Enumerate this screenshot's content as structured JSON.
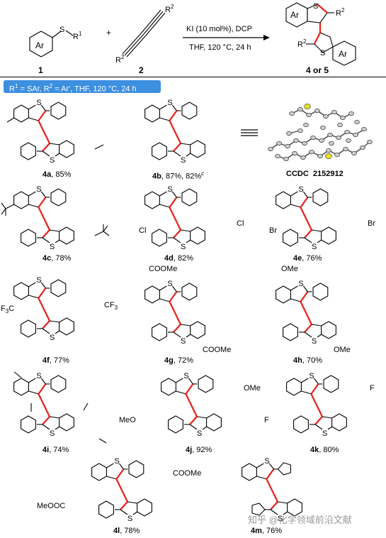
{
  "scheme": {
    "reactant1_number": "1",
    "reactant1_ring": "Ar",
    "reactant1_sub": "S",
    "reactant1_r": "R",
    "reactant1_r_sup": "1",
    "plus": "+",
    "reactant2_number": "2",
    "reactant2_r": "R",
    "reactant2_r_sup": "2",
    "conditions_top": "KI (10 mol%), DCP",
    "conditions_bottom": "THF, 120 °C, 24 h",
    "product_ring": "Ar",
    "product_s": "S",
    "product_r": "R",
    "product_r_sup": "2",
    "product_label": "4 or 5"
  },
  "condition_banner": {
    "text_pre": "R",
    "sup1": "1",
    "mid1": " = SAr, R",
    "sup2": "2",
    "mid2": " = Ar', THF, 120 °C, 24 h"
  },
  "ccdc": {
    "label": "CCDC",
    "number": "2152912"
  },
  "compounds": [
    {
      "id": "4a",
      "yield": ", 85%",
      "subs": "Me"
    },
    {
      "id": "4b",
      "yield": ", 87%, 82%",
      "sup": "c"
    },
    {
      "id": "4c",
      "yield": ", 78%",
      "subs": "tBu"
    },
    {
      "id": "4d",
      "yield": ", 82%",
      "subs": "Cl"
    },
    {
      "id": "4e",
      "yield": ", 76%",
      "subs": "Br"
    },
    {
      "id": "4f",
      "yield": ", 77%",
      "subs": "CF3"
    },
    {
      "id": "4g",
      "yield": ", 72%",
      "subs": "COOMe"
    },
    {
      "id": "4h",
      "yield": ", 70%",
      "subs": "OMe"
    },
    {
      "id": "4i",
      "yield": ", 74%"
    },
    {
      "id": "4j",
      "yield": ", 92%",
      "subs": "OMe"
    },
    {
      "id": "4k",
      "yield": ", 80%",
      "subs": "F"
    },
    {
      "id": "4l",
      "yield": ", 78%",
      "subs": "COOMe"
    },
    {
      "id": "4m",
      "yield": ", 76%"
    }
  ],
  "substituent_labels": {
    "cl": "Cl",
    "br": "Br",
    "cf3_pre": "F",
    "cf3_sub": "3",
    "cf3_c": "C",
    "cf3_post": "CF",
    "coome": "COOMe",
    "meooc": "MeOOC",
    "ome": "OMe",
    "meo": "MeO",
    "f": "F",
    "s": "S"
  },
  "watermark": "知乎 @化学领域前沿文献"
}
